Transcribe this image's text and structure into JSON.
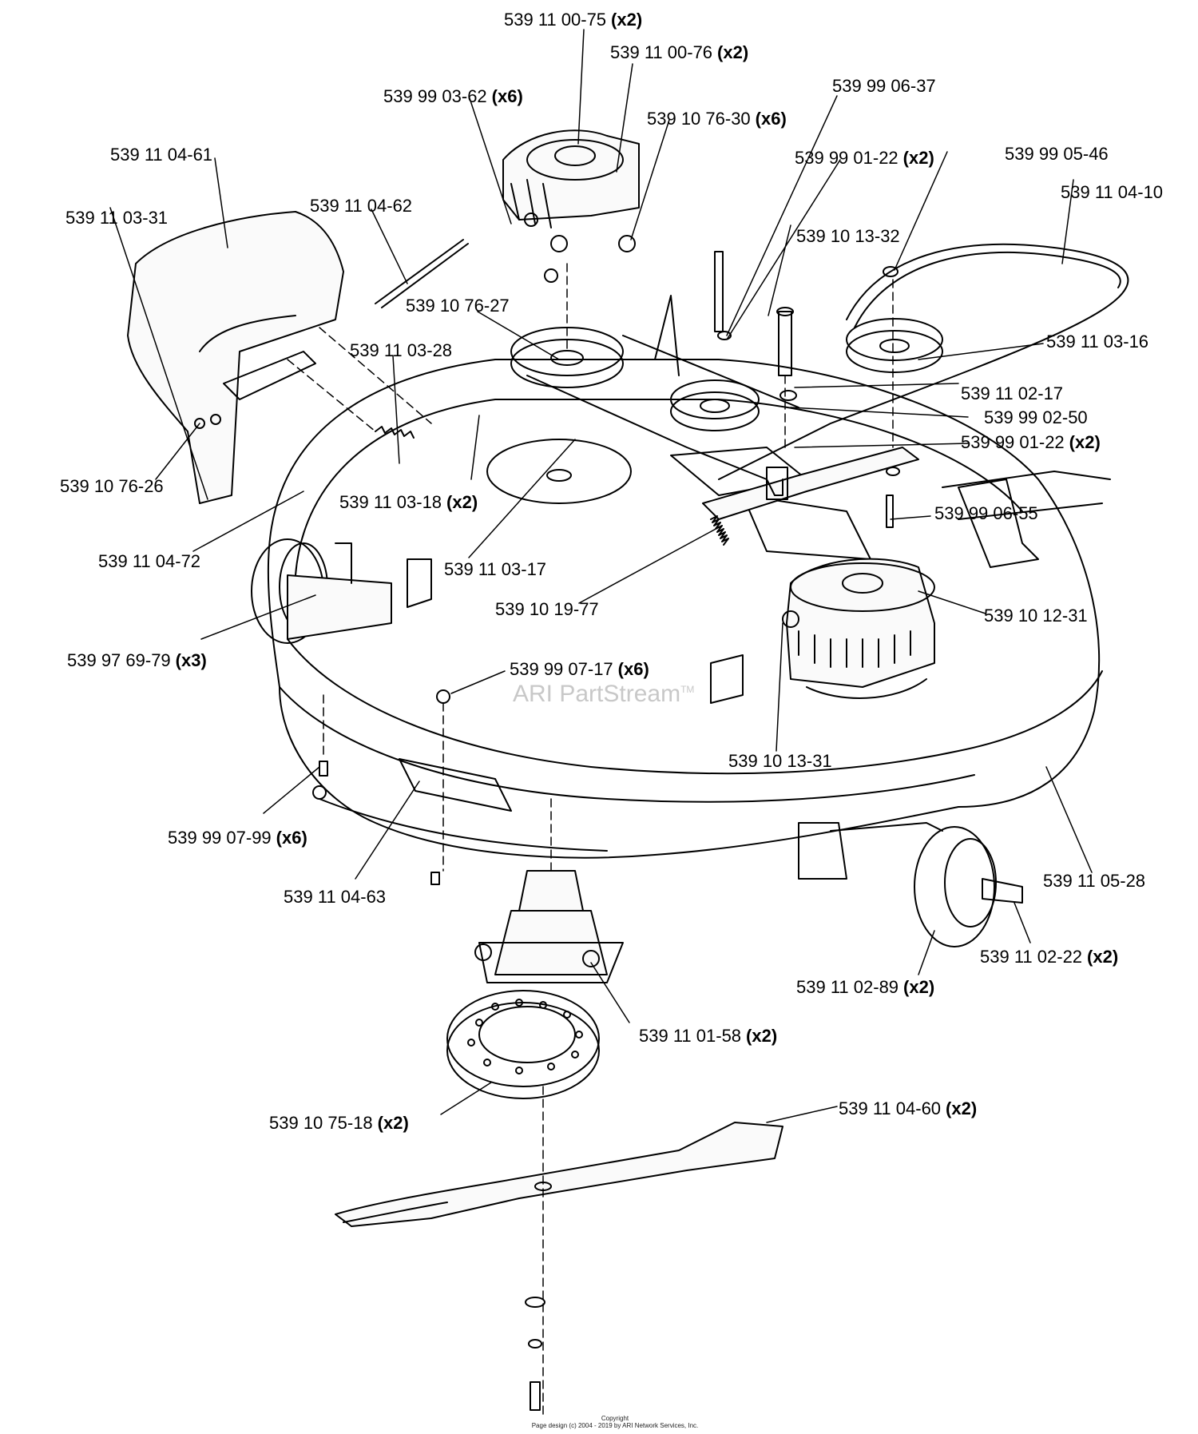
{
  "watermark": "ARI PartStream",
  "watermark_tm": "TM",
  "copyright_line1": "Copyright",
  "copyright_line2": "Page design (c) 2004 - 2019 by ARI Network Services, Inc.",
  "parts": [
    {
      "id": "p1",
      "number": "539 11 00-75",
      "qty": "(x2)"
    },
    {
      "id": "p2",
      "number": "539 11 00-76",
      "qty": "(x2)"
    },
    {
      "id": "p3",
      "number": "539 99 03-62",
      "qty": "(x6)"
    },
    {
      "id": "p4",
      "number": "539 10 76-30",
      "qty": "(x6)"
    },
    {
      "id": "p5",
      "number": "539 99 06-37",
      "qty": ""
    },
    {
      "id": "p6",
      "number": "539 99 01-22",
      "qty": "(x2)"
    },
    {
      "id": "p7",
      "number": "539 99 05-46",
      "qty": ""
    },
    {
      "id": "p8",
      "number": "539 11 04-10",
      "qty": ""
    },
    {
      "id": "p9",
      "number": "539 11 04-61",
      "qty": ""
    },
    {
      "id": "p10",
      "number": "539 11 03-31",
      "qty": ""
    },
    {
      "id": "p11",
      "number": "539 11 04-62",
      "qty": ""
    },
    {
      "id": "p12",
      "number": "539 10 13-32",
      "qty": ""
    },
    {
      "id": "p13",
      "number": "539 10 76-27",
      "qty": ""
    },
    {
      "id": "p14",
      "number": "539 11 03-28",
      "qty": ""
    },
    {
      "id": "p15",
      "number": "539 11 03-16",
      "qty": ""
    },
    {
      "id": "p16",
      "number": "539 11 02-17",
      "qty": ""
    },
    {
      "id": "p17",
      "number": "539 99 02-50",
      "qty": ""
    },
    {
      "id": "p18",
      "number": "539 99 01-22",
      "qty": "(x2)"
    },
    {
      "id": "p19",
      "number": "539 10 76-26",
      "qty": ""
    },
    {
      "id": "p20",
      "number": "539 11 03-18",
      "qty": "(x2)"
    },
    {
      "id": "p21",
      "number": "539 99 06-55",
      "qty": ""
    },
    {
      "id": "p22",
      "number": "539 11 04-72",
      "qty": ""
    },
    {
      "id": "p23",
      "number": "539 11 03-17",
      "qty": ""
    },
    {
      "id": "p24",
      "number": "539 10 19-77",
      "qty": ""
    },
    {
      "id": "p25",
      "number": "539 10 12-31",
      "qty": ""
    },
    {
      "id": "p26",
      "number": "539 97 69-79",
      "qty": "(x3)"
    },
    {
      "id": "p27",
      "number": "539 99 07-17",
      "qty": "(x6)"
    },
    {
      "id": "p28",
      "number": "539 10 13-31",
      "qty": ""
    },
    {
      "id": "p29",
      "number": "539 99 07-99",
      "qty": "(x6)"
    },
    {
      "id": "p30",
      "number": "539 11 05-28",
      "qty": ""
    },
    {
      "id": "p31",
      "number": "539 11 04-63",
      "qty": ""
    },
    {
      "id": "p32",
      "number": "539 11 02-22",
      "qty": "(x2)"
    },
    {
      "id": "p33",
      "number": "539 11 02-89",
      "qty": "(x2)"
    },
    {
      "id": "p34",
      "number": "539 11 01-58",
      "qty": "(x2)"
    },
    {
      "id": "p35",
      "number": "539 10 75-18",
      "qty": "(x2)"
    },
    {
      "id": "p36",
      "number": "539 11 04-60",
      "qty": "(x2)"
    }
  ]
}
